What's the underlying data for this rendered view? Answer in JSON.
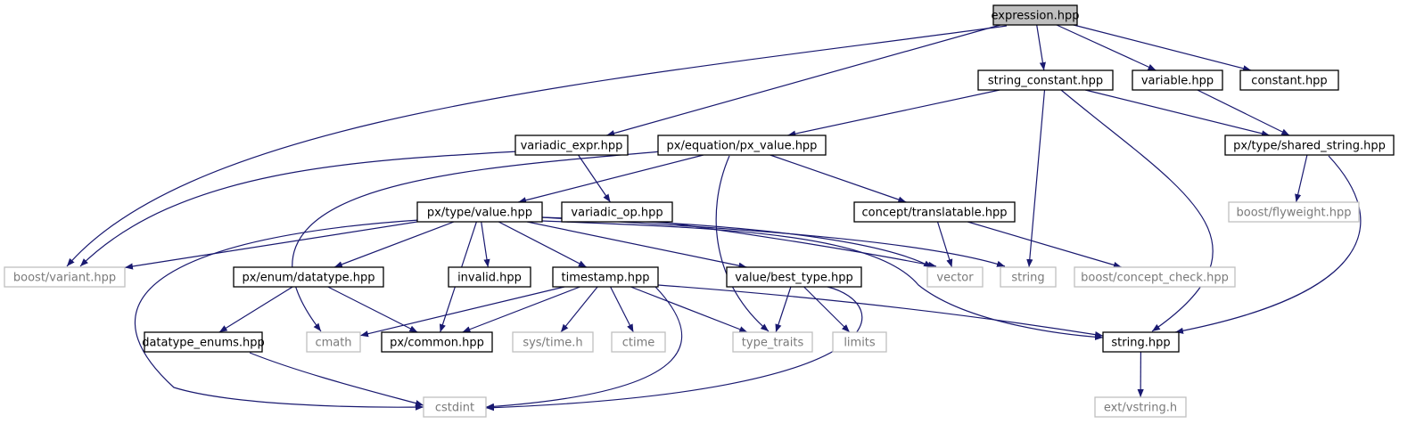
{
  "graph": {
    "edge_color": "#191970",
    "root_fill": "#bfbfbf",
    "missing_header_border": "#bfbfbf",
    "nodes": [
      {
        "id": "expression",
        "label": "expression.hpp",
        "kind": "root"
      },
      {
        "id": "string_constant",
        "label": "string_constant.hpp",
        "kind": "file"
      },
      {
        "id": "variable",
        "label": "variable.hpp",
        "kind": "file"
      },
      {
        "id": "constant",
        "label": "constant.hpp",
        "kind": "file"
      },
      {
        "id": "variadic_expr",
        "label": "variadic_expr.hpp",
        "kind": "file"
      },
      {
        "id": "px_value",
        "label": "px/equation/px_value.hpp",
        "kind": "file"
      },
      {
        "id": "shared_string",
        "label": "px/type/shared_string.hpp",
        "kind": "file"
      },
      {
        "id": "type_value",
        "label": "px/type/value.hpp",
        "kind": "file"
      },
      {
        "id": "variadic_op",
        "label": "variadic_op.hpp",
        "kind": "file"
      },
      {
        "id": "translatable",
        "label": "concept/translatable.hpp",
        "kind": "file"
      },
      {
        "id": "flyweight",
        "label": "boost/flyweight.hpp",
        "kind": "external"
      },
      {
        "id": "boost_variant",
        "label": "boost/variant.hpp",
        "kind": "external"
      },
      {
        "id": "datatype",
        "label": "px/enum/datatype.hpp",
        "kind": "file"
      },
      {
        "id": "invalid",
        "label": "invalid.hpp",
        "kind": "file"
      },
      {
        "id": "timestamp",
        "label": "timestamp.hpp",
        "kind": "file"
      },
      {
        "id": "best_type",
        "label": "value/best_type.hpp",
        "kind": "file"
      },
      {
        "id": "vector",
        "label": "vector",
        "kind": "external"
      },
      {
        "id": "string_std",
        "label": "string",
        "kind": "external"
      },
      {
        "id": "concept_check",
        "label": "boost/concept_check.hpp",
        "kind": "external"
      },
      {
        "id": "datatype_enums",
        "label": "datatype_enums.hpp",
        "kind": "file"
      },
      {
        "id": "cmath",
        "label": "cmath",
        "kind": "external"
      },
      {
        "id": "common",
        "label": "px/common.hpp",
        "kind": "file"
      },
      {
        "id": "systime",
        "label": "sys/time.h",
        "kind": "external"
      },
      {
        "id": "ctime",
        "label": "ctime",
        "kind": "external"
      },
      {
        "id": "type_traits",
        "label": "type_traits",
        "kind": "external"
      },
      {
        "id": "limits",
        "label": "limits",
        "kind": "external"
      },
      {
        "id": "string_hpp",
        "label": "string.hpp",
        "kind": "file"
      },
      {
        "id": "cstdint",
        "label": "cstdint",
        "kind": "external"
      },
      {
        "id": "vstring",
        "label": "ext/vstring.h",
        "kind": "external"
      }
    ],
    "edges": [
      [
        "expression",
        "string_constant"
      ],
      [
        "expression",
        "variable"
      ],
      [
        "expression",
        "constant"
      ],
      [
        "expression",
        "variadic_expr"
      ],
      [
        "expression",
        "boost_variant"
      ],
      [
        "string_constant",
        "px_value"
      ],
      [
        "string_constant",
        "shared_string"
      ],
      [
        "string_constant",
        "string_std"
      ],
      [
        "string_constant",
        "string_hpp"
      ],
      [
        "variable",
        "shared_string"
      ],
      [
        "shared_string",
        "flyweight"
      ],
      [
        "shared_string",
        "string_hpp"
      ],
      [
        "variadic_expr",
        "variadic_op"
      ],
      [
        "variadic_expr",
        "boost_variant"
      ],
      [
        "variadic_op",
        "vector"
      ],
      [
        "px_value",
        "type_value"
      ],
      [
        "px_value",
        "translatable"
      ],
      [
        "px_value",
        "cmath"
      ],
      [
        "px_value",
        "type_traits"
      ],
      [
        "translatable",
        "vector"
      ],
      [
        "translatable",
        "concept_check"
      ],
      [
        "type_value",
        "boost_variant"
      ],
      [
        "type_value",
        "datatype"
      ],
      [
        "type_value",
        "common"
      ],
      [
        "type_value",
        "invalid"
      ],
      [
        "type_value",
        "timestamp"
      ],
      [
        "type_value",
        "best_type"
      ],
      [
        "type_value",
        "vector"
      ],
      [
        "type_value",
        "string_std"
      ],
      [
        "type_value",
        "string_hpp"
      ],
      [
        "type_value",
        "cstdint"
      ],
      [
        "datatype",
        "datatype_enums"
      ],
      [
        "datatype",
        "common"
      ],
      [
        "datatype_enums",
        "cstdint"
      ],
      [
        "timestamp",
        "cmath"
      ],
      [
        "timestamp",
        "common"
      ],
      [
        "timestamp",
        "systime"
      ],
      [
        "timestamp",
        "ctime"
      ],
      [
        "timestamp",
        "type_traits"
      ],
      [
        "timestamp",
        "string_hpp"
      ],
      [
        "timestamp",
        "cstdint"
      ],
      [
        "best_type",
        "type_traits"
      ],
      [
        "best_type",
        "limits"
      ],
      [
        "best_type",
        "cstdint"
      ],
      [
        "string_hpp",
        "vstring"
      ]
    ]
  }
}
